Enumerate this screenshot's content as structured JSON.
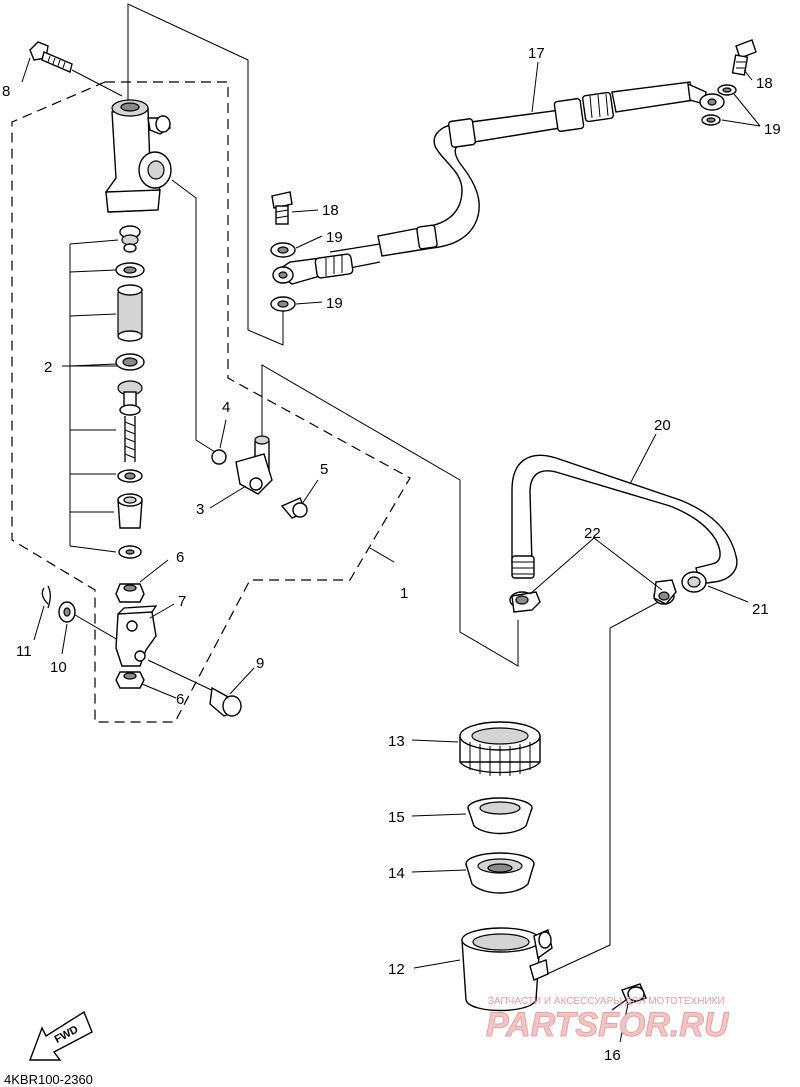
{
  "diagram_code": "4KBR100-2360",
  "fwd_label": "FWD",
  "watermark": {
    "caption": "ЗАПЧАСТИ И АКСЕССУАРЫ ДЛЯ МОТОТЕХНИКИ",
    "brand": "PARTSFOR.RU"
  },
  "callouts": {
    "c1": "1",
    "c2": "2",
    "c3": "3",
    "c4": "4",
    "c5": "5",
    "c6a": "6",
    "c6b": "6",
    "c7": "7",
    "c8": "8",
    "c9": "9",
    "c10": "10",
    "c11": "11",
    "c12": "12",
    "c13": "13",
    "c14": "14",
    "c15": "15",
    "c16": "16",
    "c17": "17",
    "c18a": "18",
    "c18b": "18",
    "c19a": "19",
    "c19b": "19",
    "c19c": "19",
    "c20": "20",
    "c21": "21",
    "c22": "22"
  }
}
